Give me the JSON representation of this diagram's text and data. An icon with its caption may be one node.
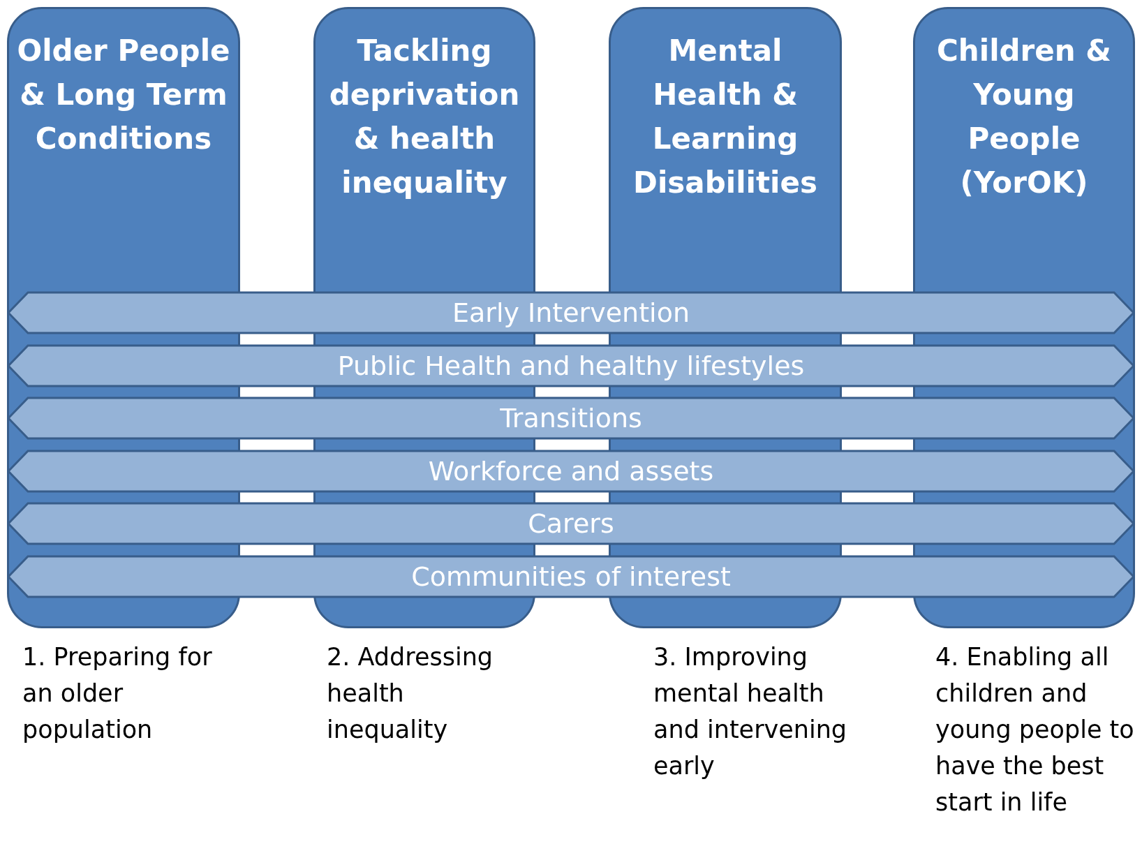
{
  "diagram": {
    "nodes": [
      {
        "text": [
          "Older People & Long Term Conditions"
        ],
        "beside": [
          "1. Preparing for an older population"
        ]
      },
      {
        "text": [
          "Tackling deprivation & health inequality"
        ],
        "beside": [
          "2. Addressing health inequality"
        ]
      },
      {
        "text": [
          "Mental Health & Learning Disabilities"
        ],
        "beside": [
          "3. Improving mental health and intervening early"
        ]
      },
      {
        "text": [
          "Children & Young People (YorOK)"
        ],
        "beside": [
          "4. Enabling all children and young people to have the best start in life"
        ]
      },
      {
        "text": [
          "Early Intervention"
        ]
      },
      {
        "text": [
          "Public Health and healthy lifestyles"
        ]
      },
      {
        "text": [
          "Transitions"
        ]
      },
      {
        "text": [
          "Workforce and assets"
        ]
      },
      {
        "text": [
          "Carers"
        ]
      },
      {
        "text": [
          "Communities of interest"
        ]
      }
    ],
    "edges": []
  }
}
